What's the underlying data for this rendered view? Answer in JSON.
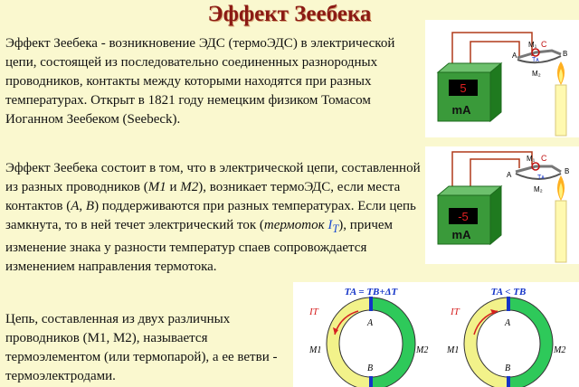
{
  "slide": {
    "title": "Эффект Зеебека",
    "p1": "Эффект Зеебека - возникновение ЭДС (термоЭДС) в электрической цепи, состоящей из последовательно соединенных разнородных проводников, контакты между которыми находятся при разных температурах. Открыт в 1821 году немецким физиком Томасом Иоганном Зеебеком (Seebeck).",
    "p2_a": "Эффект Зеебека состоит в том, что в электрической цепи, составленной из разных проводников (",
    "p2_m1": "M1",
    "p2_b": " и ",
    "p2_m2": "M2",
    "p2_c": "), возникает термоЭДС, если места контактов (",
    "p2_ab": "A, B",
    "p2_d": ") поддерживаются при разных температурах. Если цепь замкнута, то в ней течет электрический ток (",
    "p2_thermo": "термоток ",
    "p2_it": "I",
    "p2_it_sub": "T",
    "p2_e": "), причем изменение знака у разности температур спаев сопровождается изменением направления термотока.",
    "p3": "Цепь, составленная из двух различных проводников (M1, M2), называется термоэлементом (или термопарой), а ее ветви - термоэлектродами."
  },
  "meter1": {
    "reading": "5",
    "unit": "mA",
    "wire_m1": "M₁",
    "wire_m2": "M₂",
    "junction_a": "A",
    "junction_b": "B",
    "junction_c": "C",
    "temp_label": "Tᴀ"
  },
  "meter2": {
    "reading": "-5",
    "unit": "mA",
    "wire_m1": "M₁",
    "wire_m2": "M₂",
    "junction_a": "A",
    "junction_b": "B",
    "junction_c": "C",
    "temp_label": "Tᴀ"
  },
  "ring1": {
    "condition": "TA = TB+ΔT",
    "current": "IT",
    "m1": "M1",
    "m2": "M2",
    "a": "A",
    "b": "B"
  },
  "ring2": {
    "condition": "TA < TB",
    "current": "IT",
    "m1": "M1",
    "m2": "M2",
    "a": "A",
    "b": "B"
  },
  "colors": {
    "title": "#8b1a14",
    "meter": "#2e8b2e",
    "ring_yellow": "#f2f28a",
    "ring_green": "#2ec95a",
    "junction": "#1434c8",
    "current": "#d62020"
  }
}
